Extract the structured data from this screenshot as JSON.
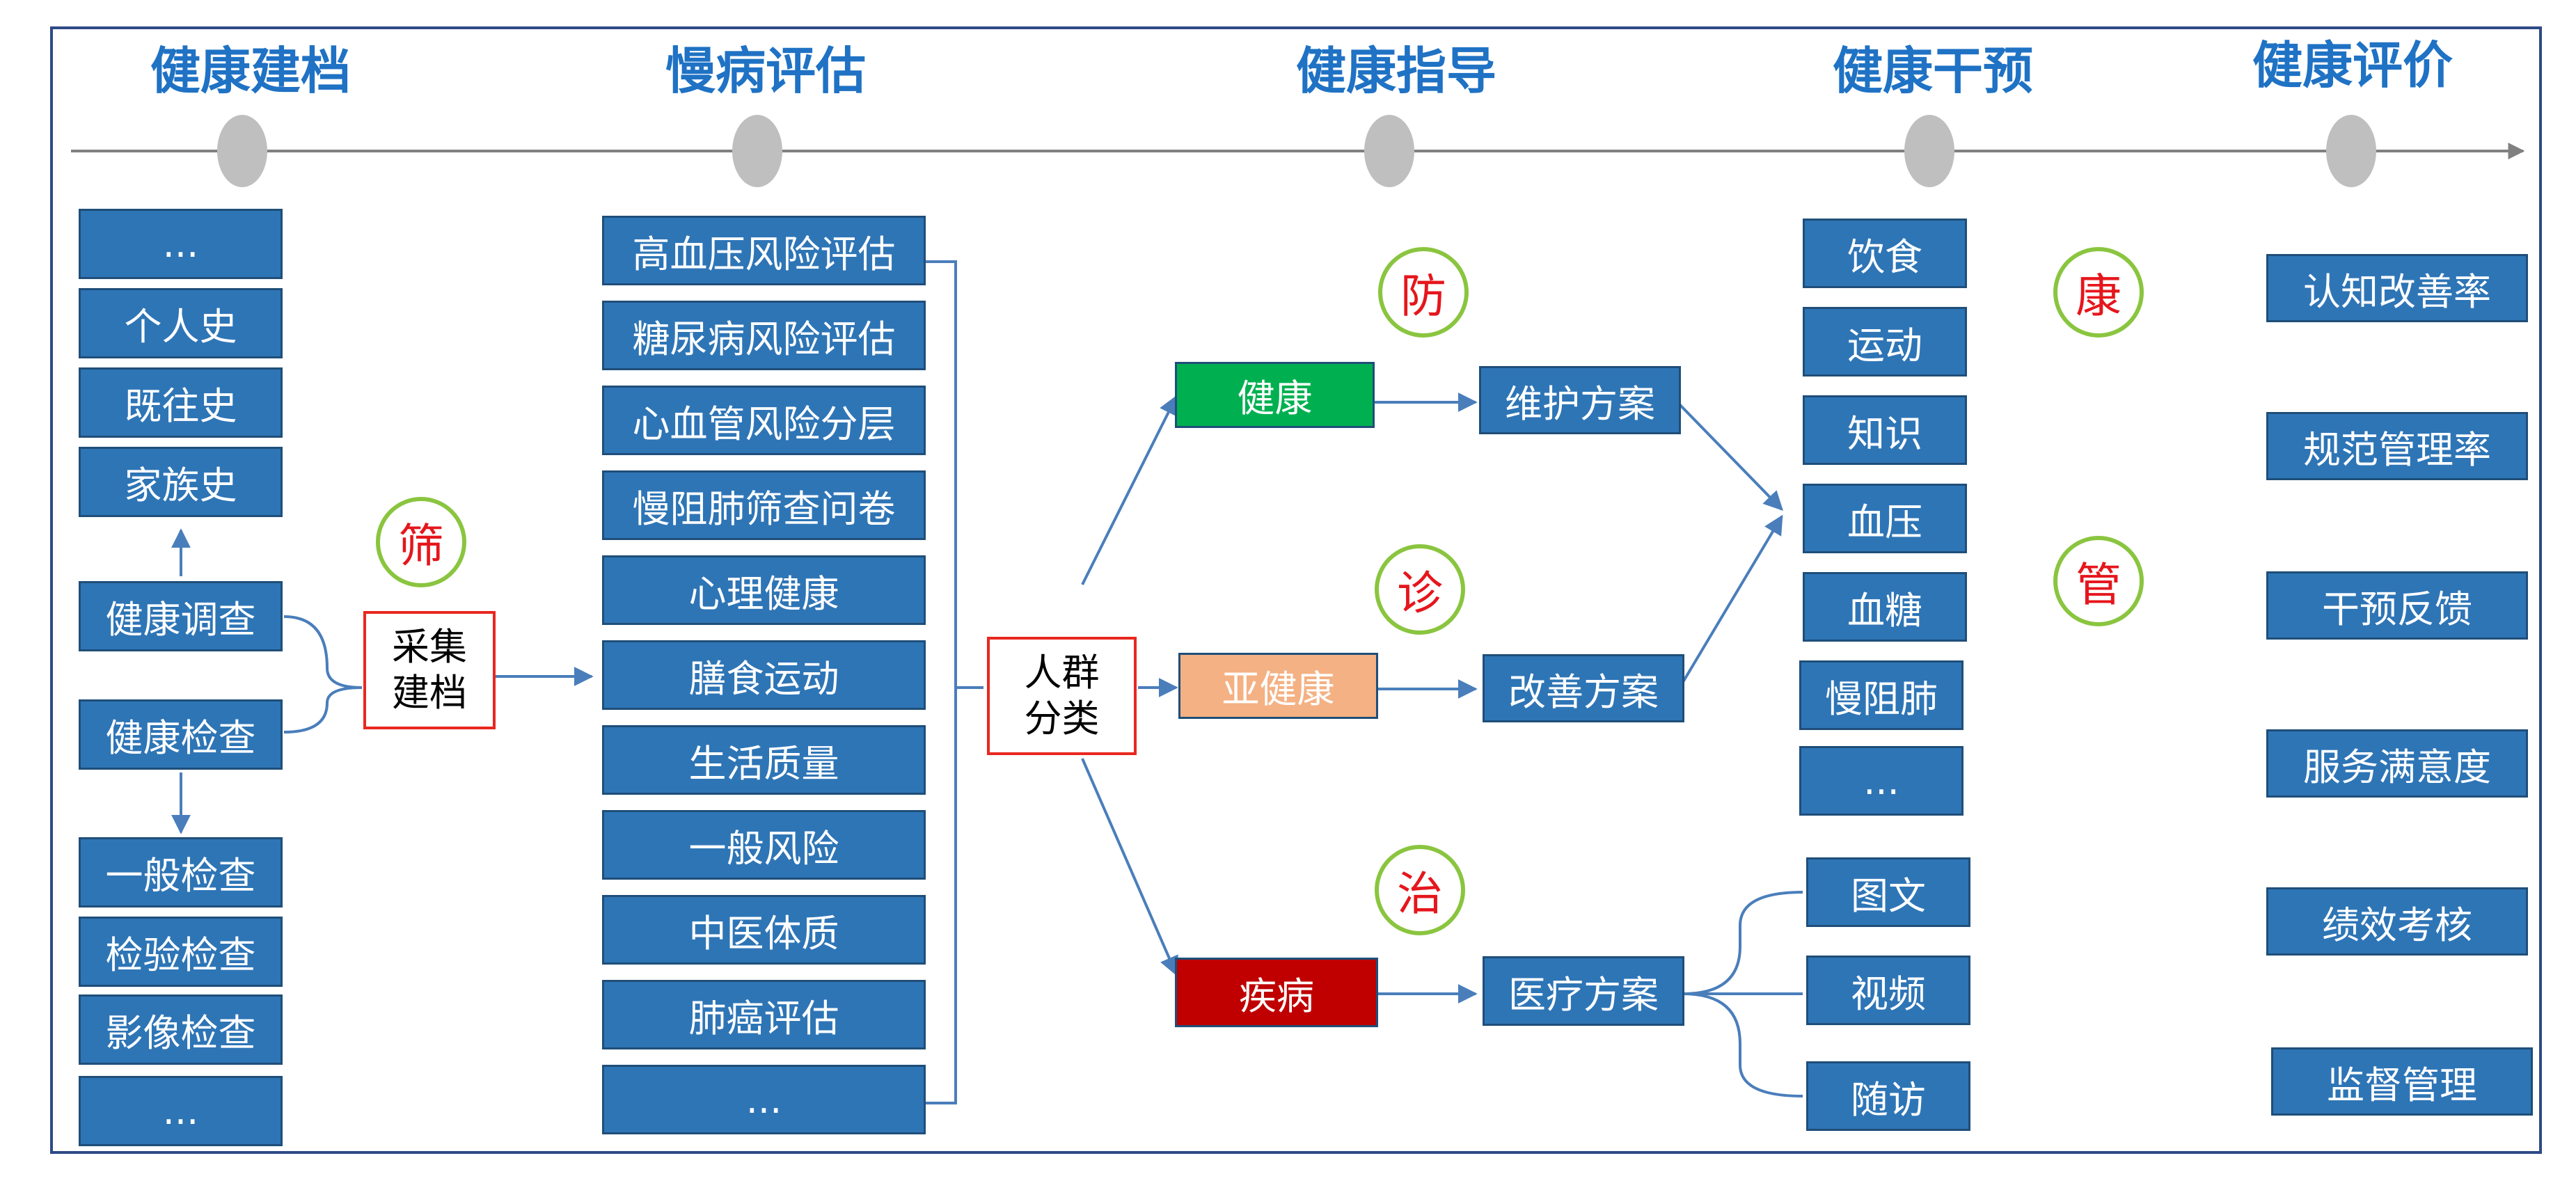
{
  "colors": {
    "title": "#1f72c4",
    "box_fill": "#2e75b6",
    "healthy": "#00b050",
    "subhealthy": "#f4b183",
    "disease": "#c00000",
    "badge_ring": "#8ac53f",
    "badge_text": "#e5161c",
    "connector": "#4a7ebb"
  },
  "stages": [
    "健康建档",
    "慢病评估",
    "健康指导",
    "健康干预",
    "健康评价"
  ],
  "col1": {
    "top_items": [
      "...",
      "个人史",
      "既往史",
      "家族史"
    ],
    "survey": "健康调查",
    "exam": "健康检查",
    "bottom_items": [
      "一般检查",
      "检验检查",
      "影像检查",
      "..."
    ]
  },
  "collect": {
    "line1": "采集",
    "line2": "建档"
  },
  "assessments": [
    "高血压风险评估",
    "糖尿病风险评估",
    "心血管风险分层",
    "慢阻肺筛查问卷",
    "心理健康",
    "膳食运动",
    "生活质量",
    "一般风险",
    "中医体质",
    "肺癌评估",
    "..."
  ],
  "classify": {
    "line1": "人群",
    "line2": "分类"
  },
  "groups": {
    "healthy": "健康",
    "subhealthy": "亚健康",
    "disease": "疾病"
  },
  "plans": {
    "maintain": "维护方案",
    "improve": "改善方案",
    "medical": "医疗方案"
  },
  "interventions": [
    "饮食",
    "运动",
    "知识",
    "血压",
    "血糖",
    "慢阻肺",
    "..."
  ],
  "media": [
    "图文",
    "视频",
    "随访"
  ],
  "badges": {
    "screen": "筛",
    "prevent": "防",
    "diagnose": "诊",
    "treat": "治",
    "health": "康",
    "manage": "管"
  },
  "evaluations": [
    "认知改善率",
    "规范管理率",
    "干预反馈",
    "服务满意度",
    "绩效考核",
    "监督管理"
  ]
}
